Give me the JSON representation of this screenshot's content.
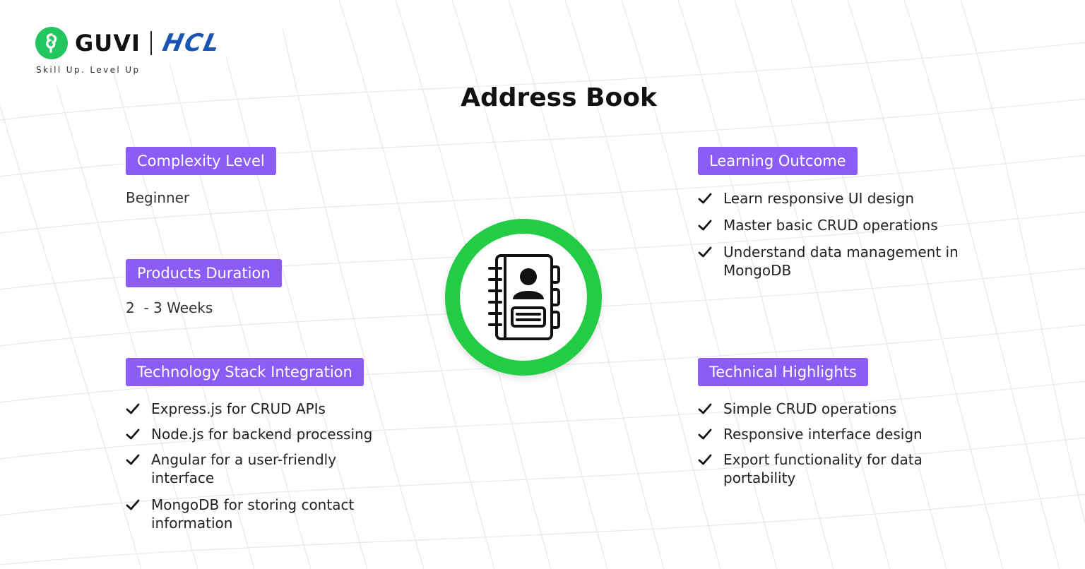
{
  "brand": {
    "guvi_name": "GUVI",
    "hcl_name": "HCL",
    "tagline": "Skill Up. Level Up"
  },
  "title": "Address Book",
  "colors": {
    "badge": "#8b5cf6",
    "accent_green": "#22cc44",
    "hcl_blue": "#1b56b5"
  },
  "sections": {
    "complexity": {
      "heading": "Complexity Level",
      "value": "Beginner"
    },
    "duration": {
      "heading": "Products Duration",
      "value": "2  - 3 Weeks"
    },
    "tech_stack": {
      "heading": "Technology Stack Integration",
      "items": [
        "Express.js for CRUD APIs",
        "Node.js for backend processing",
        "Angular for a user-friendly interface",
        "MongoDB for storing contact information"
      ]
    },
    "learning": {
      "heading": "Learning Outcome",
      "items": [
        "Learn responsive UI design",
        "Master basic CRUD operations",
        "Understand data management in MongoDB"
      ]
    },
    "highlights": {
      "heading": "Technical Highlights",
      "items": [
        "Simple CRUD operations",
        "Responsive interface design",
        "Export functionality for data portability"
      ]
    }
  },
  "icons": {
    "center": "address-book-icon",
    "bullet": "checkmark-icon",
    "logo": "guvi-logo-icon"
  }
}
